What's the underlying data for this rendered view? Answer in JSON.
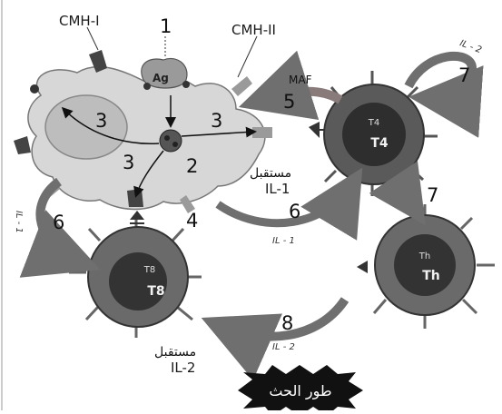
{
  "labels": {
    "cmh1": "CMH-I",
    "cmh2": "CMH-II",
    "ag": "Ag",
    "maf": "MAF",
    "t4": "T4",
    "t4_small": "T4",
    "t8": "T8",
    "t8_small": "T8",
    "th": "Th",
    "th_small": "Th",
    "receptor_il1_ar": "مستقبل",
    "receptor_il1": "IL-1",
    "receptor_il2_ar": "مستقبل",
    "receptor_il2": "IL-2",
    "il1_a": "IL - 1",
    "il1_b": "IL - 1",
    "il2_a": "IL - 2",
    "il2_b": "IL - 2",
    "phase": "طور الحث"
  },
  "numbers": {
    "n1": "1",
    "n2": "2",
    "n3a": "3",
    "n3b": "3",
    "n3c": "3",
    "n4": "4",
    "n5": "5",
    "n6a": "6",
    "n6b": "6",
    "n7a": "7",
    "n7b": "7",
    "n8": "8"
  },
  "colors": {
    "apc": "#d7d7d7",
    "cell_ring": "#5a5a5a",
    "cell_core": "#2e2e2e",
    "arrow": "#6f6f6f",
    "phase_bg": "#111111"
  }
}
